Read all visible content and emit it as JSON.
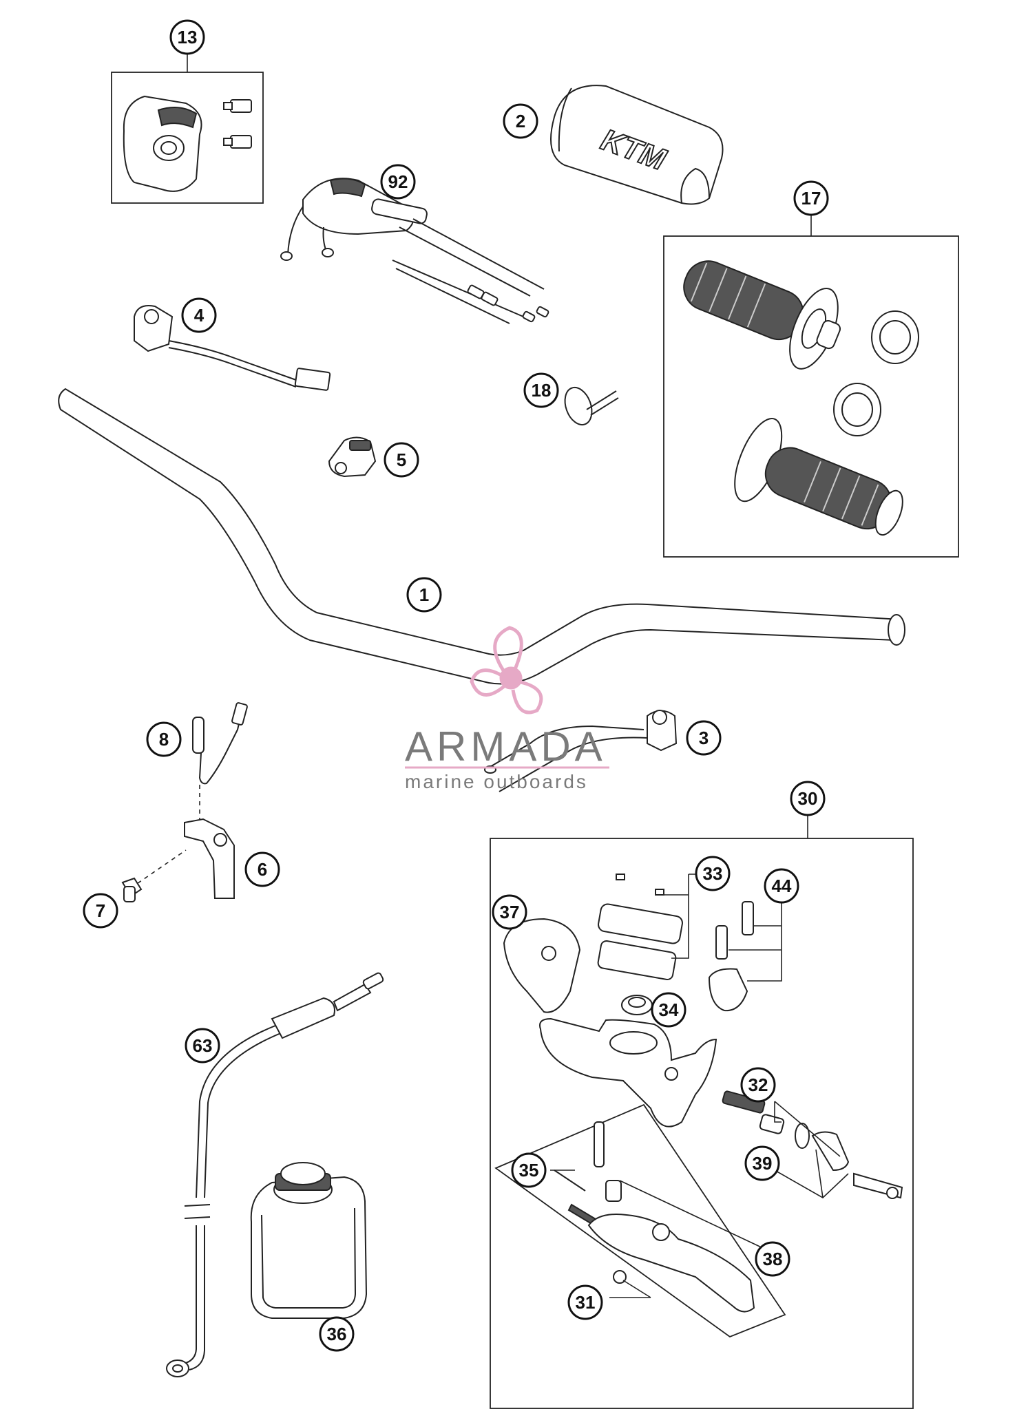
{
  "diagram": {
    "callouts": {
      "c1": "1",
      "c2": "2",
      "c3": "3",
      "c4": "4",
      "c5": "5",
      "c6": "6",
      "c7": "7",
      "c8": "8",
      "c13": "13",
      "c17": "17",
      "c18": "18",
      "c30": "30",
      "c31": "31",
      "c32": "32",
      "c33": "33",
      "c34": "34",
      "c35": "35",
      "c36": "36",
      "c37": "37",
      "c38": "38",
      "c39": "39",
      "c44": "44",
      "c63": "63",
      "c92": "92"
    },
    "pad_logo": "KTM"
  },
  "watermark": {
    "title": "ARMADA",
    "subtitle": "marine outboards",
    "accent_color": "#e6a9c6"
  }
}
